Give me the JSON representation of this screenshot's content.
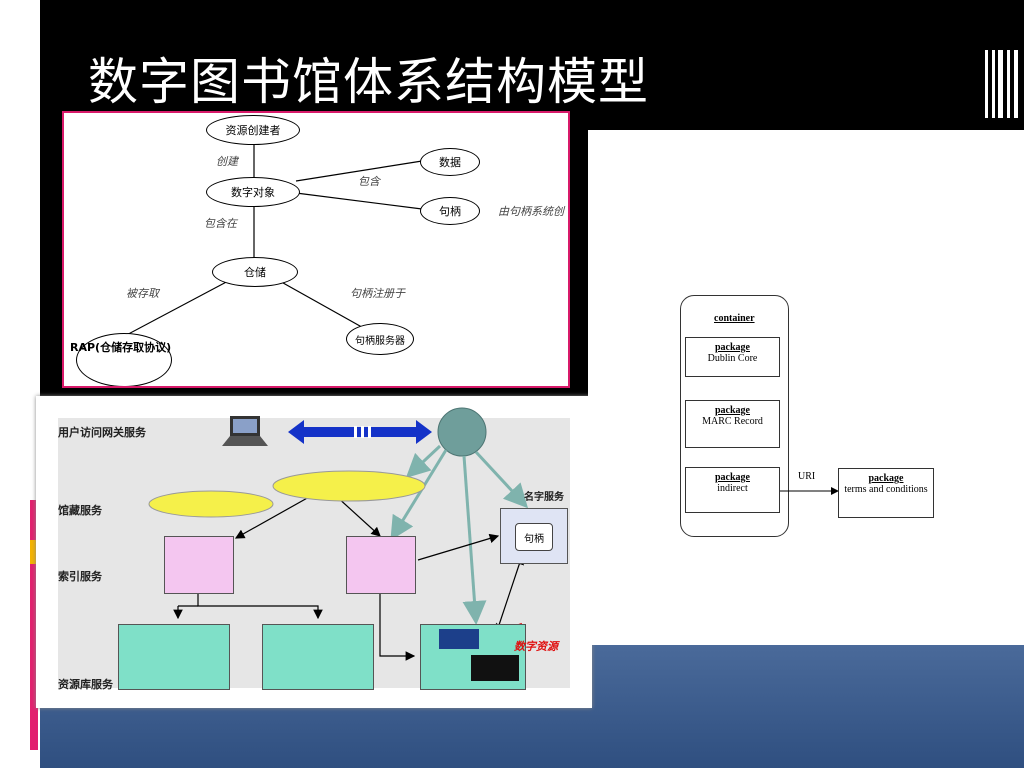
{
  "slide": {
    "title": "数字图书馆体系结构模型"
  },
  "top_diagram": {
    "nodes": {
      "creator": "资源创建者",
      "digital_object": "数字对象",
      "data": "数据",
      "handle": "句柄",
      "repository": "仓储",
      "handle_server": "句柄服务器",
      "rap": "RAP(仓储存取协议)"
    },
    "edges": {
      "create": "创建",
      "contains": "包含",
      "contained_in": "包含在",
      "accessed": "被存取",
      "handle_register": "句柄注册于",
      "handle_system": "由句柄系统创"
    }
  },
  "bottom_diagram": {
    "rows": [
      "用户访问网关服务",
      "馆藏服务",
      "索引服务",
      "资源库服务"
    ],
    "name_service": "名字服务",
    "handle_box": "句柄",
    "digital_resource": "数字资源"
  },
  "right_diagram": {
    "container": "container",
    "packages": [
      {
        "head": "package",
        "body": "Dublin Core"
      },
      {
        "head": "package",
        "body": "MARC Record"
      },
      {
        "head": "package",
        "body": "indirect"
      }
    ],
    "uri_label": "URI",
    "external": {
      "head": "package",
      "body": "terms and conditions"
    }
  },
  "colors": {
    "accent": "#d81a6a",
    "arrow_blue": "#1432c8",
    "teal": "#7fb3ad",
    "pink_box": "#f4c6f0",
    "green_box": "#7fe0c8"
  }
}
